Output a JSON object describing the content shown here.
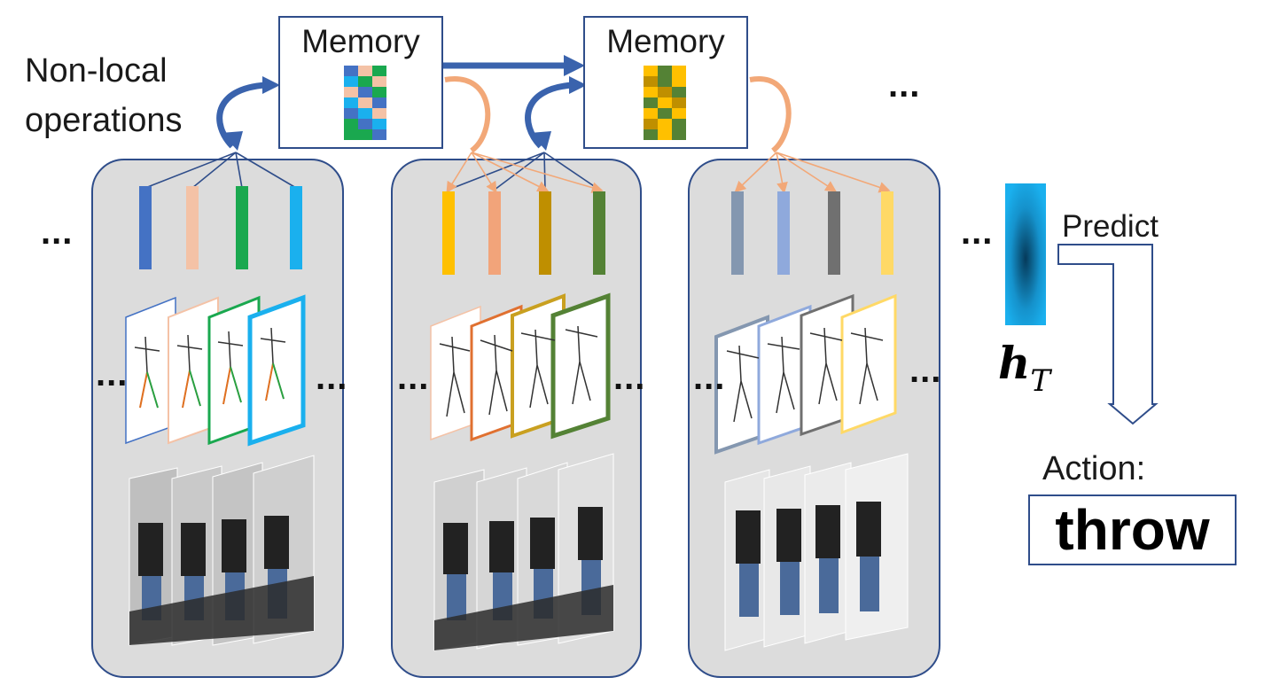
{
  "labels": {
    "non_local_line1": "Non-local",
    "non_local_line2": "operations",
    "memory_1": "Memory",
    "memory_2": "Memory",
    "ellipsis": "...",
    "predict": "Predict",
    "hidden_state": "h",
    "hidden_state_sub": "T",
    "action_label": "Action:",
    "action_value": "throw"
  },
  "colors": {
    "arrow_blue": "#3a63ad",
    "arrow_orange": "#f2a878",
    "panel_fill": "#dcdcdc",
    "panel_border": "#2f4d8a",
    "block1_features": [
      "#4472c4",
      "#f4c2a6",
      "#1aa84f",
      "#1ab0ee"
    ],
    "block2_features": [
      "#ffc000",
      "#f2a47a",
      "#bf8f00",
      "#548235"
    ],
    "block3_features": [
      "#8497b0",
      "#8fa9dc",
      "#707070",
      "#ffd966"
    ],
    "memory_1_grid": [
      "#4472c4",
      "#f4c2a6",
      "#1aa84f",
      "#1ab0ee"
    ],
    "memory_2_grid": [
      "#ffc000",
      "#bf8f00",
      "#548235"
    ]
  },
  "icons": {
    "skeleton_frames": "skeleton-icon",
    "video_frames": "person-video-frame-icon"
  }
}
